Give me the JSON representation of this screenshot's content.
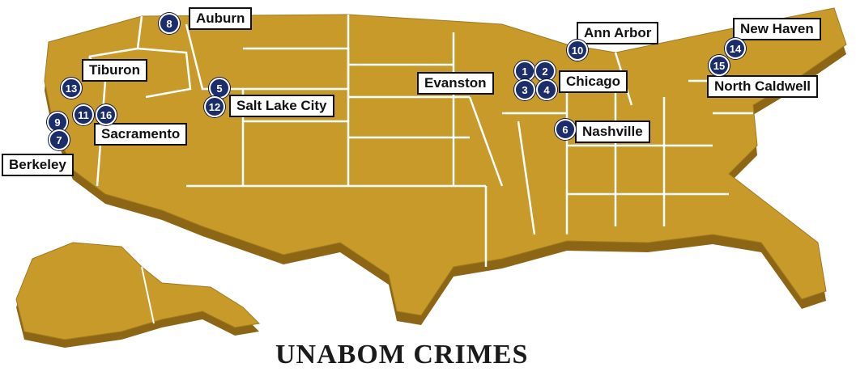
{
  "title": "UNABOM CRIMES",
  "colors": {
    "land": "#c79a2a",
    "land_shadow": "#8c6614",
    "borders": "#ffffff",
    "marker": "#1c2d6b"
  },
  "labels": {
    "auburn": "Auburn",
    "tiburon": "Tiburon",
    "salt_lake_city": "Salt Lake City",
    "sacramento": "Sacramento",
    "berkeley": "Berkeley",
    "evanston": "Evanston",
    "chicago": "Chicago",
    "ann_arbor": "Ann Arbor",
    "new_haven": "New Haven",
    "north_caldwell": "North Caldwell",
    "nashville": "Nashville"
  },
  "markers": {
    "m1": "1",
    "m2": "2",
    "m3": "3",
    "m4": "4",
    "m5": "5",
    "m6": "6",
    "m7": "7",
    "m8": "8",
    "m9": "9",
    "m10": "10",
    "m11": "11",
    "m12": "12",
    "m13": "13",
    "m14": "14",
    "m15": "15",
    "m16": "16"
  }
}
